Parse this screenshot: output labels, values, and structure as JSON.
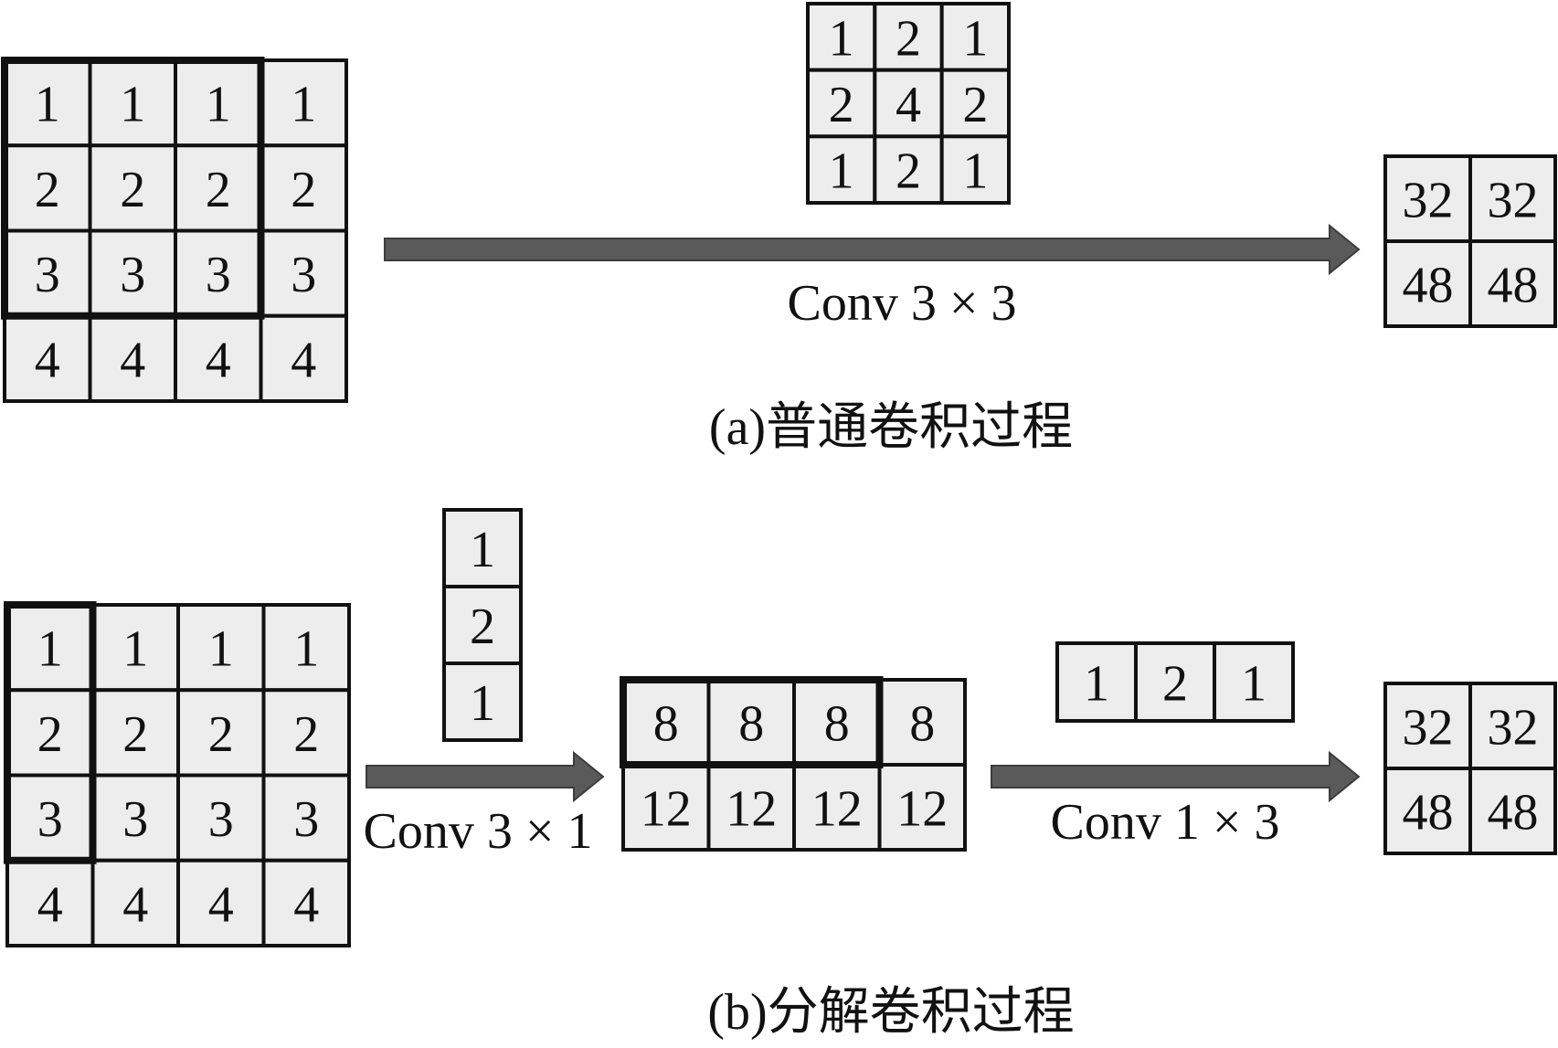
{
  "colors": {
    "cell_fill": "#ededed",
    "grid_stroke": "#111111",
    "arrow": "#5a5a5a"
  },
  "panel_a": {
    "caption": "(a)普通卷积过程",
    "input": [
      [
        "1",
        "1",
        "1",
        "1"
      ],
      [
        "2",
        "2",
        "2",
        "2"
      ],
      [
        "3",
        "3",
        "3",
        "3"
      ],
      [
        "4",
        "4",
        "4",
        "4"
      ]
    ],
    "kernel": [
      [
        "1",
        "2",
        "1"
      ],
      [
        "2",
        "4",
        "2"
      ],
      [
        "1",
        "2",
        "1"
      ]
    ],
    "operation_label": "Conv 3 × 3",
    "output": [
      [
        "32",
        "32"
      ],
      [
        "48",
        "48"
      ]
    ]
  },
  "panel_b": {
    "caption": "(b)分解卷积过程",
    "input": [
      [
        "1",
        "1",
        "1",
        "1"
      ],
      [
        "2",
        "2",
        "2",
        "2"
      ],
      [
        "3",
        "3",
        "3",
        "3"
      ],
      [
        "4",
        "4",
        "4",
        "4"
      ]
    ],
    "kernel_vertical": [
      [
        "1"
      ],
      [
        "2"
      ],
      [
        "1"
      ]
    ],
    "operation1_label": "Conv 3 × 1",
    "intermediate": [
      [
        "8",
        "8",
        "8",
        "8"
      ],
      [
        "12",
        "12",
        "12",
        "12"
      ]
    ],
    "kernel_horizontal": [
      [
        "1",
        "2",
        "1"
      ]
    ],
    "operation2_label": "Conv 1 × 3",
    "output": [
      [
        "32",
        "32"
      ],
      [
        "48",
        "48"
      ]
    ]
  }
}
